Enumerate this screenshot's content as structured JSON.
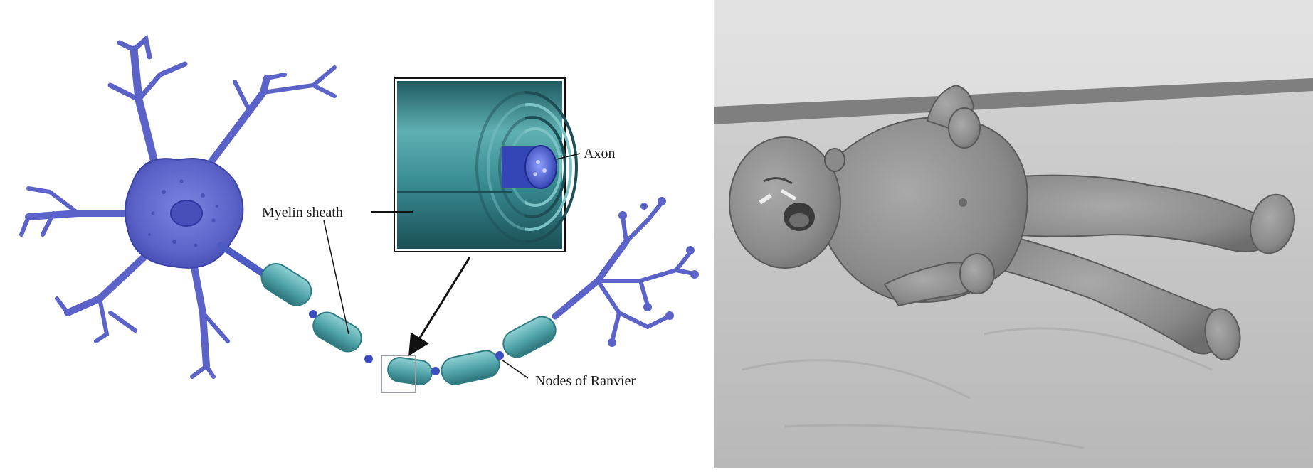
{
  "diagram": {
    "labels": {
      "axon": "Axon",
      "myelin_sheath": "Myelin sheath",
      "nodes_of_ranvier": "Nodes of Ranvier"
    },
    "colors": {
      "neuron_body": "#5b63c9",
      "neuron_dark": "#3c43a8",
      "myelin": "#4fa3a8",
      "myelin_dark": "#2f7d83",
      "axon_core": "#3d4fc0"
    }
  },
  "photo": {
    "tone": "grayscale",
    "subject": "infant-lying-on-sheet"
  }
}
